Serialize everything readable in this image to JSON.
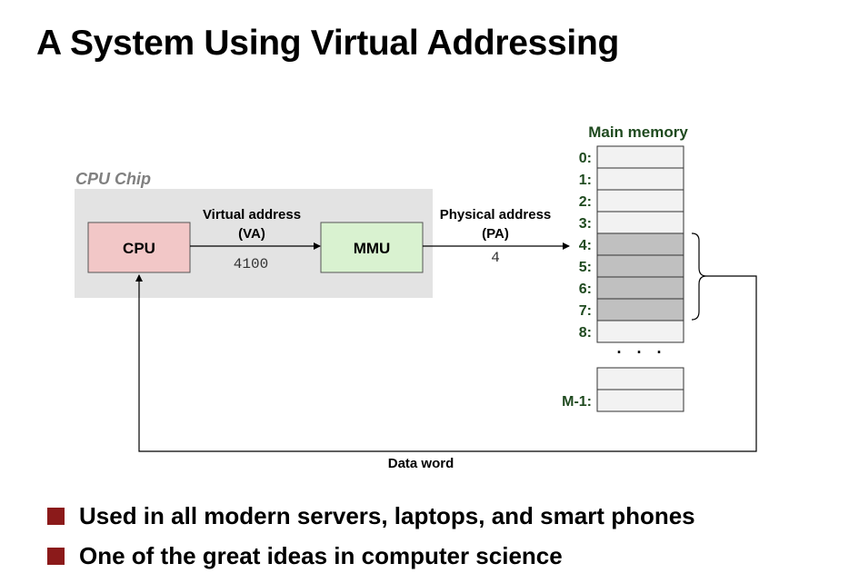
{
  "slide": {
    "title": "A System Using Virtual Addressing"
  },
  "diagram": {
    "chip_label": "CPU Chip",
    "cpu_label": "CPU",
    "mmu_label": "MMU",
    "virtual_address_label": "Virtual address",
    "virtual_address_abbr": "(VA)",
    "virtual_address_value": "4100",
    "physical_address_label": "Physical address",
    "physical_address_abbr": "(PA)",
    "physical_address_value": "4",
    "memory_title": "Main memory",
    "memory_rows": [
      "0:",
      "1:",
      "2:",
      "3:",
      "4:",
      "5:",
      "6:",
      "7:",
      "8:"
    ],
    "highlighted_rows": [
      "4:",
      "5:",
      "6:",
      "7:"
    ],
    "ellipsis": ". . .",
    "last_row_label": "M-1:",
    "data_word_label": "Data word"
  },
  "bullets": [
    "Used in all modern servers, laptops, and smart phones",
    "One of the great ideas in computer science"
  ],
  "colors": {
    "bullet": "#8b1a1a",
    "memory_label": "#1f4a1f",
    "cpu_fill": "#f2c7c7",
    "mmu_fill": "#d9f2d0",
    "chip_fill": "#e3e3e3",
    "cell_fill": "#f2f2f2",
    "cell_highlight": "#c0c0c0"
  }
}
